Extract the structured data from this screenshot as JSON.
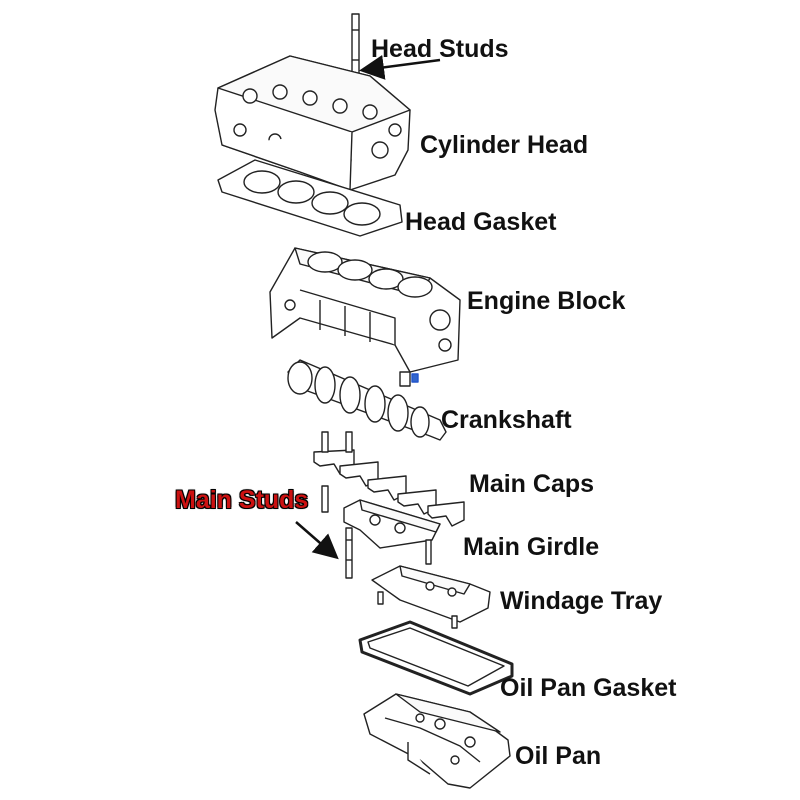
{
  "labels": {
    "head_studs": "Head Studs",
    "cylinder_head": "Cylinder Head",
    "head_gasket": "Head Gasket",
    "engine_block": "Engine Block",
    "crankshaft": "Crankshaft",
    "main_caps": "Main Caps",
    "main_studs": "Main Studs",
    "main_girdle": "Main Girdle",
    "windage_tray": "Windage Tray",
    "oil_pan_gasket": "Oil Pan Gasket",
    "oil_pan": "Oil Pan"
  },
  "colors": {
    "line": "#222222",
    "highlight": "#cc1111",
    "accent": "#2255cc"
  }
}
